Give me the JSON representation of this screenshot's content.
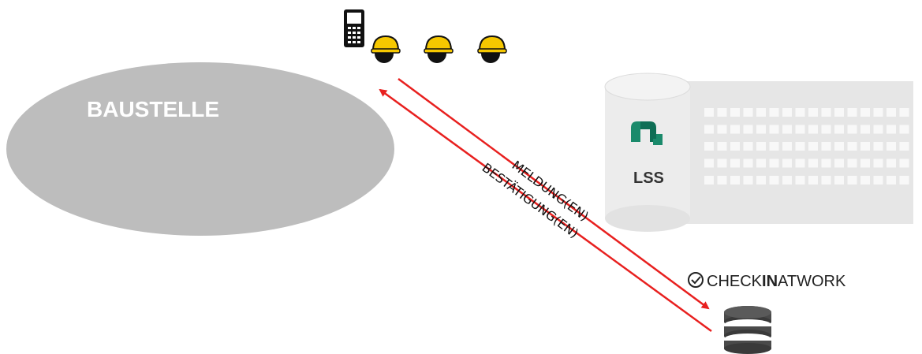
{
  "site": {
    "label": "BAUSTELLE"
  },
  "server": {
    "label": "LSS"
  },
  "brand": {
    "check": "CHECK",
    "in": "IN",
    "at": "AT",
    "work": "WORK"
  },
  "arrows": {
    "top_label": "MELDUNG(EN)",
    "bottom_label": "BESTÄTIGUNG(EN)"
  },
  "icons": {
    "phone": "mobile-phone-icon",
    "workers": [
      "worker-helmet-icon",
      "worker-helmet-icon",
      "worker-helmet-icon"
    ],
    "server_logo": "lss-logo-icon",
    "database": "database-icon",
    "check": "checkmark-circle-icon"
  },
  "colors": {
    "arrow": "#e8201f",
    "ellipse": "#bdbdbd",
    "building": "#e6e6e6",
    "helmet": "#f6c800",
    "logo": "#1a8a6b"
  }
}
